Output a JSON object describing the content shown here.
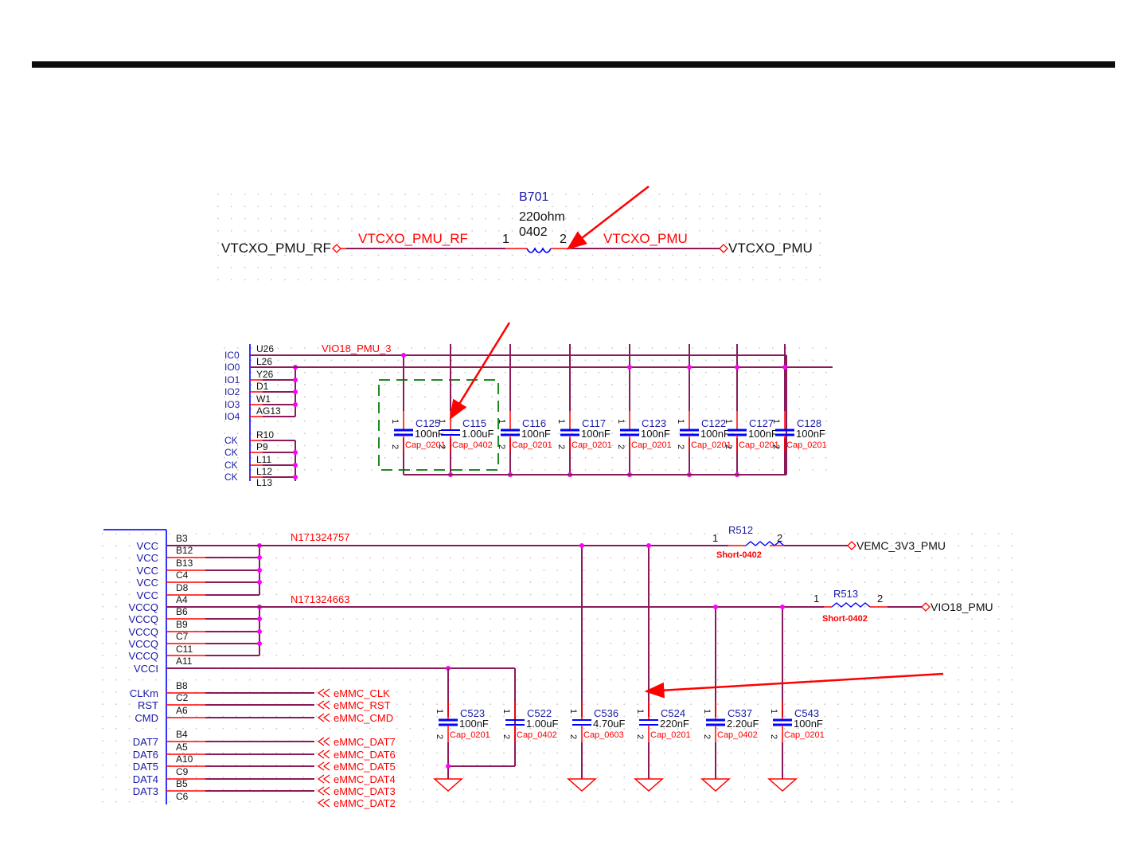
{
  "panel1": {
    "left_port": "VTCXO_PMU_RF",
    "left_net": "VTCXO_PMU_RF",
    "ref": "B701",
    "value": "220ohm",
    "package": "0402",
    "pin1": "1",
    "pin2": "2",
    "right_net": "VTCXO_PMU",
    "right_port": "VTCXO_PMU"
  },
  "panel2": {
    "top_net": "VIO18_PMU_3",
    "pin_names": [
      "IC0",
      "IO0",
      "IO1",
      "IO2",
      "IO3",
      "IO4",
      "CK",
      "CK",
      "CK",
      "CK"
    ],
    "pin_numbers": [
      "U26",
      "L26",
      "Y26",
      "D1",
      "W1",
      "AG13",
      "R10",
      "P9",
      "L11",
      "L12",
      "L13"
    ],
    "caps": [
      {
        "ref": "C125",
        "value": "100nF",
        "package": "Cap_0201"
      },
      {
        "ref": "C115",
        "value": "1.00uF",
        "package": "Cap_0402"
      },
      {
        "ref": "C116",
        "value": "100nF",
        "package": "Cap_0201"
      },
      {
        "ref": "C117",
        "value": "100nF",
        "package": "Cap_0201"
      },
      {
        "ref": "C123",
        "value": "100nF",
        "package": "Cap_0201"
      },
      {
        "ref": "C122",
        "value": "100nF",
        "package": "Cap_0201"
      },
      {
        "ref": "C127",
        "value": "100nF",
        "package": "Cap_0201"
      },
      {
        "ref": "C128",
        "value": "100nF",
        "package": "Cap_0201"
      }
    ],
    "pin1": "1",
    "pin2": "2"
  },
  "panel3": {
    "pin_names": [
      "VCC",
      "VCC",
      "VCC",
      "VCC",
      "VCC",
      "VCCQ",
      "VCCQ",
      "VCCQ",
      "VCCQ",
      "VCCQ",
      "VCCI",
      "CLKm",
      "RST",
      "CMD",
      "DAT7",
      "DAT6",
      "DAT5",
      "DAT4",
      "DAT3"
    ],
    "pin_numbers": [
      "B3",
      "B12",
      "B13",
      "C4",
      "D8",
      "A4",
      "B6",
      "B9",
      "C7",
      "C11",
      "A11",
      "B8",
      "C2",
      "A6",
      "B4",
      "A5",
      "A10",
      "C9",
      "B5",
      "C6"
    ],
    "net1": "N171324757",
    "net2": "N171324663",
    "r512": {
      "ref": "R512",
      "package": "Short-0402",
      "pin1": "1",
      "pin2": "2"
    },
    "r513": {
      "ref": "R513",
      "package": "Short-0402",
      "pin1": "1",
      "pin2": "2"
    },
    "port1": "VEMC_3V3_PMU",
    "port2": "VIO18_PMU",
    "offpage": [
      "eMMC_CLK",
      "eMMC_RST",
      "eMMC_CMD",
      "eMMC_DAT7",
      "eMMC_DAT6",
      "eMMC_DAT5",
      "eMMC_DAT4",
      "eMMC_DAT3",
      "eMMC_DAT2"
    ],
    "caps": [
      {
        "ref": "C523",
        "value": "100nF",
        "package": "Cap_0201"
      },
      {
        "ref": "C522",
        "value": "1.00uF",
        "package": "Cap_0402"
      },
      {
        "ref": "C536",
        "value": "4.70uF",
        "package": "Cap_0603"
      },
      {
        "ref": "C524",
        "value": "220nF",
        "package": "Cap_0201"
      },
      {
        "ref": "C537",
        "value": "2.20uF",
        "package": "Cap_0402"
      },
      {
        "ref": "C543",
        "value": "100nF",
        "package": "Cap_0201"
      }
    ],
    "pin1": "1",
    "pin2": "2"
  },
  "colors": {
    "wire": "#8b1a5a",
    "pin": "#ff0000",
    "net_label": "#ff0000",
    "ref_text": "#1a1aa6",
    "component": "#0000ff",
    "junction": "#ff00ff",
    "annotation_arrow": "#ff0000",
    "highlight_box": "#1f8a1f",
    "top_bar": "#0d0d0d"
  }
}
